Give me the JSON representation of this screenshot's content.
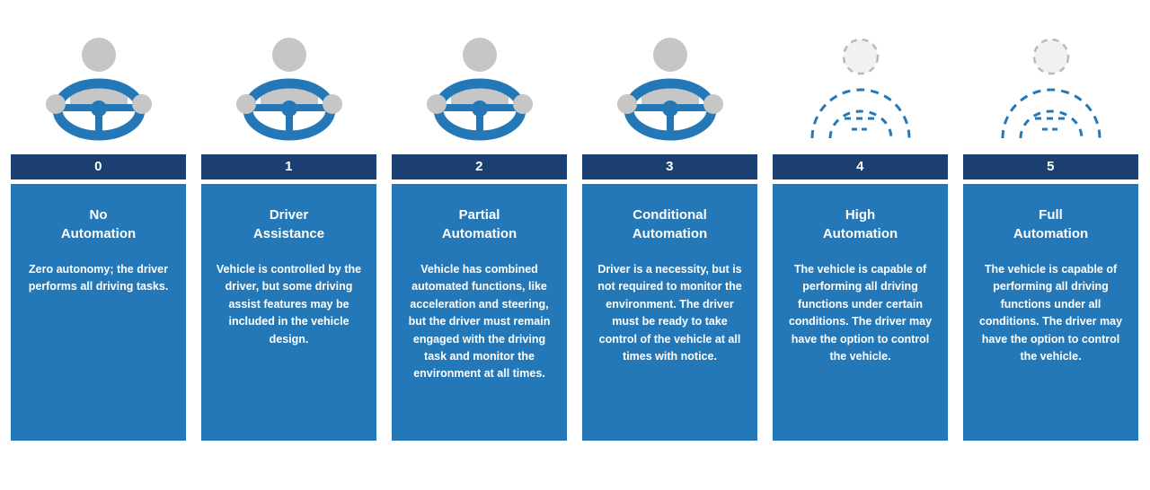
{
  "page": {
    "background": "#ffffff"
  },
  "colors": {
    "header_navy": "#1c3f72",
    "card_blue": "#2478b7",
    "icon_gray": "#c6c6c6",
    "dashed_gray": "#b9b9b9",
    "dashed_head_fill": "#f1f1f1",
    "text_white": "#ffffff"
  },
  "levels": [
    {
      "number": "0",
      "title_line1": "No",
      "title_line2": "Automation",
      "description": "Zero autonomy; the driver performs all driving tasks.",
      "icon": "driver-with-steering-wheel"
    },
    {
      "number": "1",
      "title_line1": "Driver",
      "title_line2": "Assistance",
      "description": "Vehicle is controlled by the driver, but some driving assist features may be included in the vehicle design.",
      "icon": "driver-with-steering-wheel"
    },
    {
      "number": "2",
      "title_line1": "Partial",
      "title_line2": "Automation",
      "description": "Vehicle has combined automated functions, like acceleration and steering, but the driver must remain engaged with the driving task and monitor the environment at all times.",
      "icon": "driver-with-steering-wheel"
    },
    {
      "number": "3",
      "title_line1": "Conditional",
      "title_line2": "Automation",
      "description": "Driver is a necessity, but is not required to monitor the environment. The driver must be ready to take control of the vehicle at all times with notice.",
      "icon": "driver-with-steering-wheel"
    },
    {
      "number": "4",
      "title_line1": "High",
      "title_line2": "Automation",
      "description": "The vehicle is capable of performing all driving functions under certain conditions. The driver may have the option to control the vehicle.",
      "icon": "dashed-optional-driver"
    },
    {
      "number": "5",
      "title_line1": "Full",
      "title_line2": "Automation",
      "description": "The vehicle is capable of performing all driving functions under all conditions. The driver may have the option to control the vehicle.",
      "icon": "dashed-optional-driver"
    }
  ]
}
